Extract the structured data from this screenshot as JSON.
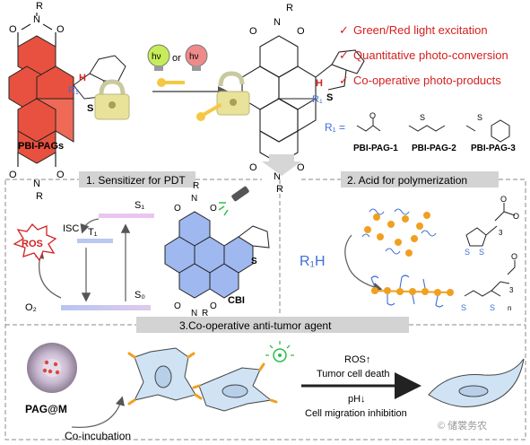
{
  "top": {
    "left_label": "PBI-PAGs",
    "hv": "hν",
    "or": "or",
    "features": [
      "Green/Red light excitation",
      "Quantitative photo-conversion",
      "Co-operative photo-products"
    ],
    "check": "✓",
    "r1_eq": "R₁ =",
    "pag_labels": [
      "PBI-PAG-1",
      "PBI-PAG-2",
      "PBI-PAG-3"
    ],
    "atoms": {
      "R": "R",
      "N": "N",
      "O": "O",
      "S": "S",
      "H": "H",
      "R1": "R₁"
    }
  },
  "panels": {
    "p1_title": "1. Sensitizer for PDT",
    "p2_title": "2. Acid for polymerization",
    "p3_title": "3.Co-operative anti-tumor agent"
  },
  "panel1": {
    "isc": "ISC",
    "t1": "T₁",
    "s1": "S₁",
    "s0": "S₀",
    "o2": "O₂",
    "ros": "ROS",
    "cbi": "CBI"
  },
  "panel2": {
    "r1h": "R₁H",
    "sub3": "3",
    "sub_n": "n"
  },
  "panel3": {
    "pag_m": "PAG@M",
    "coinc": "Co-incubation",
    "ros_up": "ROS↑",
    "tumor_death": "Tumor cell death",
    "ph_down": "pH↓",
    "migration": "Cell migration inhibition",
    "watermark": "© 储裳务农"
  },
  "colors": {
    "red": "#e83a3a",
    "red_text": "#d42020",
    "blue": "#3d6fd6",
    "gray_bar": "#d3d3d3",
    "orange": "#f0a020",
    "cell": "#cfe3f5",
    "yellow": "#f5e13a"
  }
}
